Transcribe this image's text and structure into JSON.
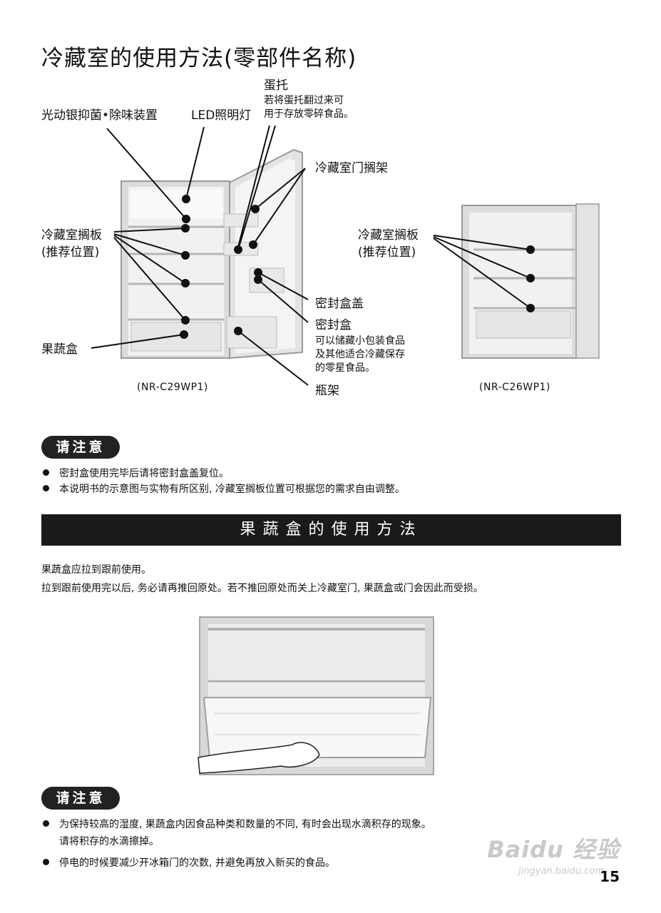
{
  "page": {
    "title": "冷藏室的使用方法(零部件名称)",
    "page_number": "15"
  },
  "diagram": {
    "labels": {
      "deodorizer": "光动银抑菌•除味装置",
      "led_light": "LED照明灯",
      "egg_tray": "蛋托",
      "egg_tray_desc_1": "若将蛋托翻过来可",
      "egg_tray_desc_2": "用于存放零碎食品。",
      "door_shelf": "冷藏室门搁架",
      "shelf_left": "冷藏室搁板",
      "shelf_left_pos": "(推荐位置)",
      "shelf_right": "冷藏室搁板",
      "shelf_right_pos": "(推荐位置)",
      "sealed_box_lid": "密封盒盖",
      "sealed_box": "密封盒",
      "sealed_box_desc_1": "可以储藏小包装食品",
      "sealed_box_desc_2": "及其他适合冷藏保存",
      "sealed_box_desc_3": "的零星食品。",
      "crisper": "果蔬盒",
      "bottle_rack": "瓶架"
    },
    "model_left": "(NR-C29WP1)",
    "model_right": "(NR-C26WP1)"
  },
  "notice1": {
    "badge": "请注意",
    "items": [
      "密封盒使用完毕后请将密封盒盖复位。",
      "本说明书的示意图与实物有所区别, 冷藏室搁板位置可根据您的需求自由调整。"
    ]
  },
  "section": {
    "heading": "果蔬盒的使用方法",
    "line1": "果蔬盒应拉到跟前使用。",
    "line2": "拉到跟前使用完以后, 务必请再推回原处。若不推回原处而关上冷藏室门, 果蔬盒或门会因此而受损。"
  },
  "notice2": {
    "badge": "请注意",
    "item1_line1": "为保持较高的湿度, 果蔬盒内因食品种类和数量的不同, 有时会出现水滴积存的现象。",
    "item1_line2": "请将积存的水滴擦掉。",
    "item2": "停电的时候要减少开冰箱门的次数, 并避免再放入新买的食品。"
  },
  "watermark": {
    "brand": "Baidu 经验",
    "url": "jingyan.baidu.com"
  }
}
